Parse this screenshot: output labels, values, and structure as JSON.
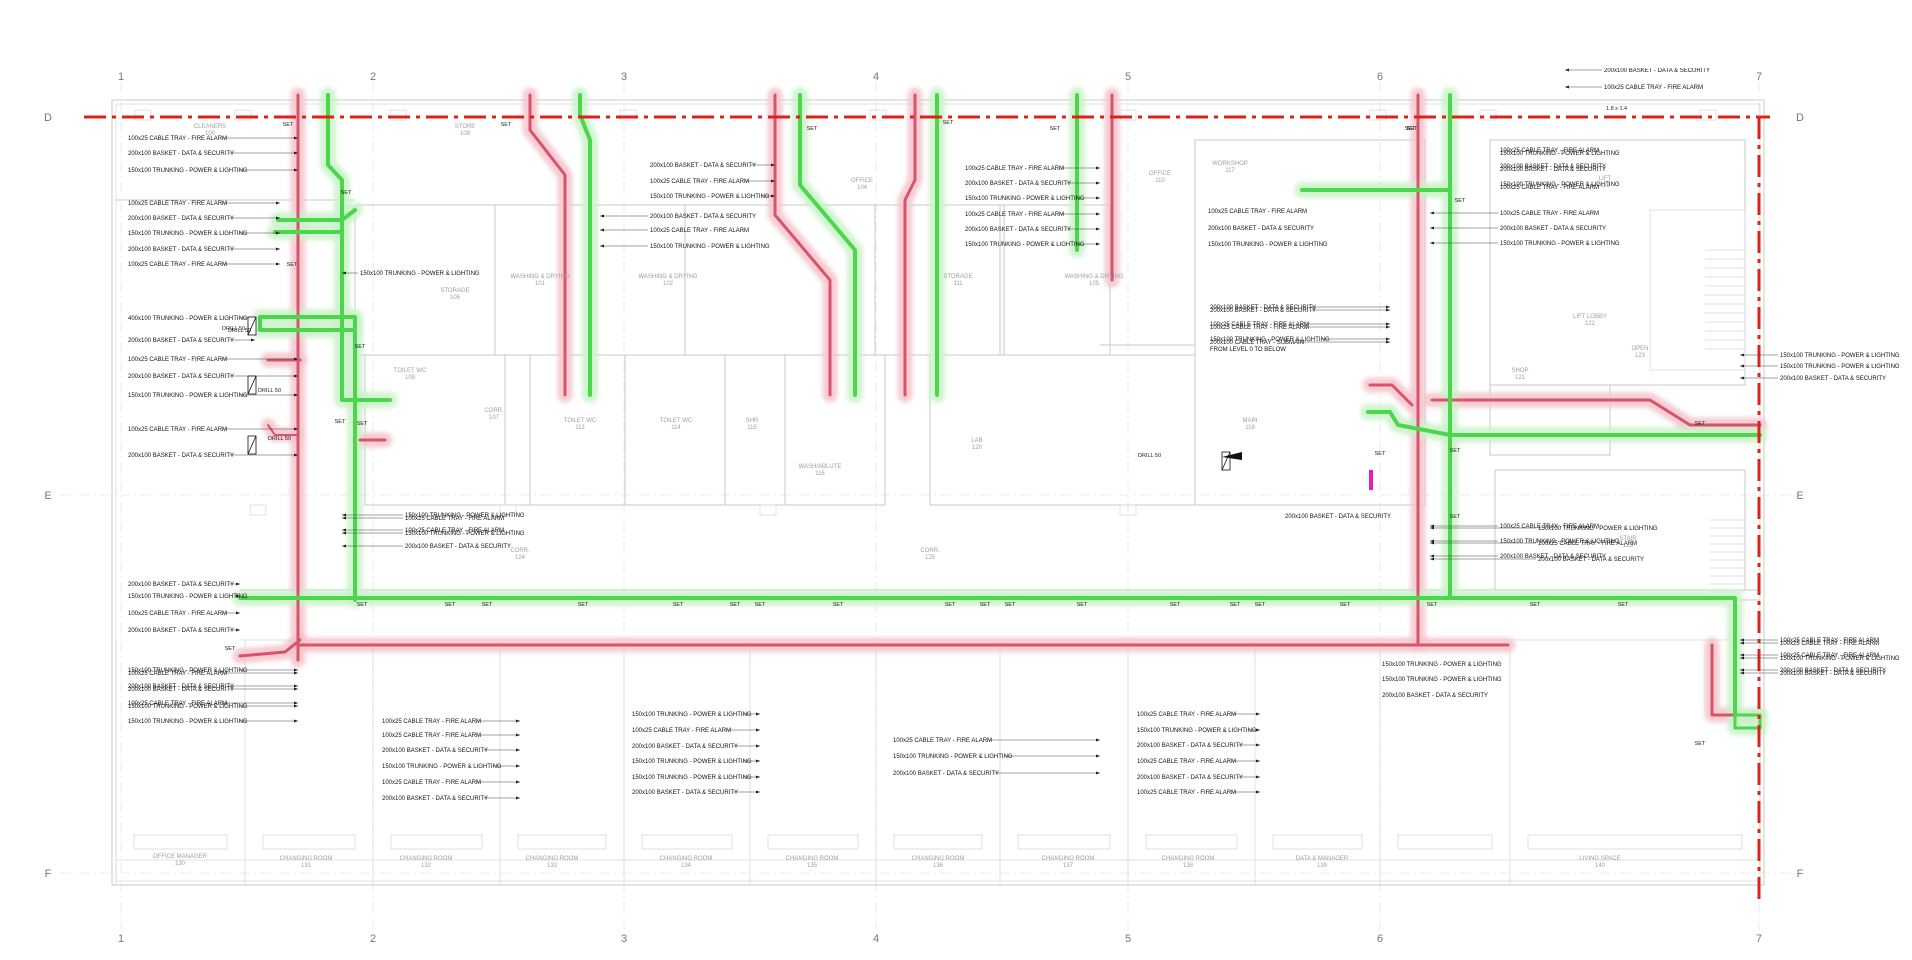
{
  "colors": {
    "fire_alarm": "#d9536a",
    "fire_alarm_halo": "#f3c3cb",
    "power_lighting": "#4cd64c",
    "power_lighting_halo": "#c9f2c9",
    "boundary": "#e0201b",
    "wall": "#c9c9c9",
    "slab_riser": "#e020c0"
  },
  "grid": {
    "columns": [
      "1",
      "2",
      "3",
      "4",
      "5",
      "6",
      "7"
    ],
    "rows": [
      "D",
      "E",
      "F"
    ]
  },
  "rooms": [
    {
      "label": "CLEANERS\n100"
    },
    {
      "label": "STORE\n108"
    },
    {
      "label": "STORAGE\n106"
    },
    {
      "label": "WASHING & DRYING\n101"
    },
    {
      "label": "WASHING & DRYING\n102"
    },
    {
      "label": "OFFICE\n104"
    },
    {
      "label": "STORAGE\n111"
    },
    {
      "label": "WASHING & DRYING\n105"
    },
    {
      "label": "OFFICE\n110"
    },
    {
      "label": "TOILET WC\n109"
    },
    {
      "label": "CORR.\n107"
    },
    {
      "label": "TOILET WC\n113"
    },
    {
      "label": "TOILET WC\n114"
    },
    {
      "label": "SHR\n115"
    },
    {
      "label": "WASH/ABLUTE\n116"
    },
    {
      "label": "LAB\n120"
    },
    {
      "label": "WORKSHOP\n117"
    },
    {
      "label": "MAIN\n118"
    },
    {
      "label": "LIFT\n119"
    },
    {
      "label": "SHOP\n121"
    },
    {
      "label": "LIFT LOBBY\n122"
    },
    {
      "label": "OPEN\n123"
    },
    {
      "label": "CORR.\n124"
    },
    {
      "label": "CORR.\n125"
    },
    {
      "label": "STAIR\n126"
    },
    {
      "label": "OFFICE MANAGER\n130"
    },
    {
      "label": "CHANGING ROOM\n131"
    },
    {
      "label": "CHANGING ROOM\n132"
    },
    {
      "label": "CHANGING ROOM\n133"
    },
    {
      "label": "CHANGING ROOM\n134"
    },
    {
      "label": "CHANGING ROOM\n135"
    },
    {
      "label": "CHANGING ROOM\n136"
    },
    {
      "label": "CHANGING ROOM\n137"
    },
    {
      "label": "CHANGING ROOM\n138"
    },
    {
      "label": "DATA & MANAGER\n139"
    },
    {
      "label": "LIVING SPACE\n140"
    }
  ],
  "annotations": [
    {
      "text": "100x25 CABLE TRAY - FIRE ALARM"
    },
    {
      "text": "200x100 BASKET - DATA & SECURITY"
    },
    {
      "text": "150x100 TRUNKING - POWER & LIGHTING"
    },
    {
      "text": "100x25 CABLE TRAY - FIRE ALARM"
    },
    {
      "text": "200x100 BASKET - DATA & SECURITY"
    },
    {
      "text": "150x100 TRUNKING - POWER & LIGHTING"
    },
    {
      "text": "200x100 BASKET - DATA & SECURITY"
    },
    {
      "text": "100x25 CABLE TRAY - FIRE ALARM"
    },
    {
      "text": "150x100 TRUNKING - POWER & LIGHTING"
    },
    {
      "text": "400x100 TRUNKING - POWER & LIGHTING"
    },
    {
      "text": "200x100 BASKET - DATA & SECURITY"
    },
    {
      "text": "100x25 CABLE TRAY - FIRE ALARM"
    },
    {
      "text": "200x100 BASKET - DATA & SECURITY"
    },
    {
      "text": "150x100 TRUNKING - POWER & LIGHTING"
    },
    {
      "text": "100x25 CABLE TRAY - FIRE ALARM"
    },
    {
      "text": "200x100 BASKET - DATA & SECURITY"
    },
    {
      "text": "150x100 TRUNKING - POWER & LIGHTING"
    },
    {
      "text": "100x25 CABLE TRAY - FIRE ALARM"
    },
    {
      "text": "200x100 BASKET - DATA & SECURITY"
    },
    {
      "text": "150x100 TRUNKING - POWER & LIGHTING"
    },
    {
      "text": "200x100 BASKET - DATA & SECURITY"
    },
    {
      "text": "100x25 CABLE TRAY - FIRE ALARM"
    },
    {
      "text": "150x100 TRUNKING - POWER & LIGHTING"
    },
    {
      "text": "200x100 BASKET - DATA & SECURITY"
    },
    {
      "text": "100x25 CABLE TRAY - FIRE ALARM"
    },
    {
      "text": "150x100 TRUNKING - POWER & LIGHTING"
    },
    {
      "text": "200x100 BASKET - DATA & SECURITY"
    },
    {
      "text": "100x25 CABLE TRAY - FIRE ALARM"
    },
    {
      "text": "150x100 TRUNKING - POWER & LIGHTING"
    },
    {
      "text": "100x25 CABLE TRAY - FIRE ALARM"
    },
    {
      "text": "200x100 BASKET - DATA & SECURITY"
    },
    {
      "text": "150x100 TRUNKING - POWER & LIGHTING"
    },
    {
      "text": "100x25 CABLE TRAY - FIRE ALARM"
    },
    {
      "text": "200x100 BASKET - DATA & SECURITY"
    },
    {
      "text": "150x100 TRUNKING - POWER & LIGHTING"
    },
    {
      "text": "100x25 CABLE TRAY - FIRE ALARM"
    },
    {
      "text": "200x100 BASKET - DATA & SECURITY"
    },
    {
      "text": "150x100 TRUNKING - POWER & LIGHTING"
    },
    {
      "text": "200x100 BASKET - DATA & SECURITY"
    },
    {
      "text": "100x25 CABLE TRAY - FIRE ALARM"
    },
    {
      "text": "150x100 TRUNKING - POWER & LIGHTING"
    },
    {
      "text": "100x25 CABLE TRAY - FIRE ALARM"
    },
    {
      "text": "200x100 BASKET - DATA & SECURITY"
    },
    {
      "text": "150x100 TRUNKING - POWER & LIGHTING"
    },
    {
      "text": "100x25 CABLE TRAY - FIRE ALARM"
    },
    {
      "text": "200x100 BASKET - DATA & SECURITY"
    },
    {
      "text": "150x100 TRUNKING - POWER & LIGHTING"
    },
    {
      "text": "200x100 BASKET - DATA & SECURITY"
    },
    {
      "text": "100x25 CABLE TRAY - FIRE ALARM"
    },
    {
      "text": "150x100 TRUNKING - POWER & LIGHTING"
    },
    {
      "text": "100x25 CABLE TRAY - FIRE ALARM"
    },
    {
      "text": "200x100 BASKET - DATA & SECURITY"
    },
    {
      "text": "150x100 TRUNKING - POWER & LIGHTING"
    },
    {
      "text": "100x25 CABLE TRAY - FIRE ALARM"
    },
    {
      "text": "200x100 BASKET - DATA & SECURITY"
    },
    {
      "text": "150x100 TRUNKING - POWER & LIGHTING"
    },
    {
      "text": "150x100 TRUNKING - POWER & LIGHTING"
    },
    {
      "text": "200x100 BASKET - DATA & SECURITY"
    },
    {
      "text": "100x25 CABLE TRAY - FIRE ALARM"
    },
    {
      "text": "100x25 CABLE TRAY - FIRE ALARM"
    },
    {
      "text": "200x100 BASKET - DATA & SECURITY"
    },
    {
      "text": "150x100 TRUNKING - POWER & LIGHTING"
    },
    {
      "text": "150x100 TRUNKING - POWER & LIGHTING"
    },
    {
      "text": "200x100 BASKET - DATA & SECURITY"
    },
    {
      "text": "100x25 CABLE TRAY - FIRE ALARM"
    },
    {
      "text": "100x25 CABLE TRAY - FIRE ALARM"
    },
    {
      "text": "200x100 BASKET - DATA & SECURITY"
    },
    {
      "text": "150x100 TRUNKING - POWER & LIGHTING"
    },
    {
      "text": "100x25 CABLE TRAY - FIRE ALARM"
    },
    {
      "text": "200x100 BASKET - DATA & SECURITY"
    },
    {
      "text": "150x100 TRUNKING - POWER & LIGHTING"
    },
    {
      "text": "100x25 CABLE TRAY - FIRE ALARM"
    },
    {
      "text": "200x100 BASKET - DATA & SECURITY"
    },
    {
      "text": "150x100 TRUNKING - POWER & LIGHTING"
    },
    {
      "text": "150x100 TRUNKING - POWER & LIGHTING"
    },
    {
      "text": "200x100 BASKET - DATA & SECURITY"
    },
    {
      "text": "100x25 CABLE TRAY - FIRE ALARM"
    },
    {
      "text": "150x100 TRUNKING - POWER & LIGHTING"
    },
    {
      "text": "200x100 BASKET - DATA & SECURITY"
    },
    {
      "text": "100x25 CABLE TRAY - FIRE ALARM"
    },
    {
      "text": "150x100 TRUNKING - POWER & LIGHTING"
    },
    {
      "text": "200x100 BASKET - DATA & SECURITY"
    },
    {
      "text": "100x25 CABLE TRAY - FIRE ALARM"
    },
    {
      "text": "200x100 BASKET - DATA & SECURITY"
    },
    {
      "text": "100x25 CABLE TRAY - FIRE ALARM"
    },
    {
      "text": "200x100 BASKET - DATA & SECURITY"
    },
    {
      "text": "200x100 BASKET - DATA & SECURITY"
    },
    {
      "text": "100x25 CABLE TRAY - FIRE ALARM"
    },
    {
      "text": "200x100 BASKET - DATA & SECURITY"
    },
    {
      "text": "150x100 TRUNKING - POWER & LIGHTING"
    },
    {
      "text": "100x25 CABLE TRAY - FIRE ALARM"
    },
    {
      "text": "150x100 TRUNKING - POWER & LIGHTING"
    },
    {
      "text": "200x100 BASKET - DATA & SECURITY"
    },
    {
      "text": "100x25 CABLE TRAY - FIRE ALARM"
    },
    {
      "text": "150x100 TRUNKING - POWER & LIGHTING"
    },
    {
      "text": "200x100 BASKET - DATA & SECURITY"
    },
    {
      "text": "100x25 CABLE TRAY - FIRE ALARM"
    },
    {
      "text": "150x100 TRUNKING - POWER & LIGHTING"
    },
    {
      "text": "200x100 BASKET - DATA & SECURITY"
    },
    {
      "text": "100x25 CABLE TRAY - FIRE ALARM"
    },
    {
      "text": "200x100 CABLE TRAY - SUBMAIN\nFROM LEVEL 0 TO BELOW"
    },
    {
      "text": "150x100 TRUNKING - POWER & LIGHTING"
    },
    {
      "text": "200x100 BASKET - DATA & SECURITY"
    },
    {
      "text": "100x25 CABLE TRAY - FIRE ALARM"
    }
  ],
  "set_marks": [
    "SET",
    "SET",
    "SET",
    "SET",
    "SET",
    "SET",
    "SET",
    "SET",
    "SET",
    "SET",
    "SET",
    "SET",
    "SET",
    "SET",
    "SET",
    "SET",
    "SET",
    "SET",
    "SET",
    "SET",
    "SET",
    "SET",
    "SET",
    "SET",
    "SET",
    "SET",
    "SET",
    "SET",
    "SET",
    "SET",
    "SET",
    "SET",
    "SET",
    "SET",
    "SET",
    "SET",
    "SET",
    "SET"
  ],
  "small_marks": [
    "DRILL 50",
    "DRILL 50",
    "DRILL 50",
    "DRILL 50",
    "DRILL 50"
  ],
  "dim_note": "1.8 x 1.4"
}
